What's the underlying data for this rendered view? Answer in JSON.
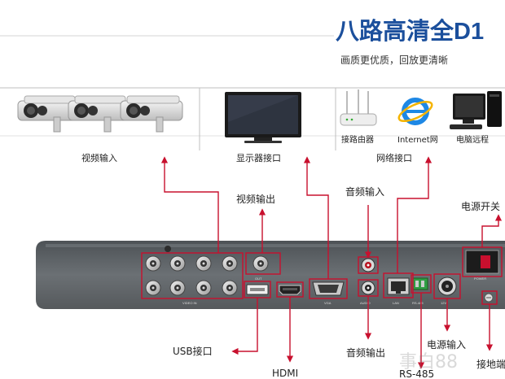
{
  "header": {
    "title": "八路高清全D1",
    "subtitle": "画质更优质，回放更清晰"
  },
  "devices": {
    "cameras_label": "视频输入",
    "monitor_label": "显示器接口",
    "network_label": "网络接口",
    "router_label": "接路由器",
    "internet_label": "Internet网",
    "pc_label": "电脑远程"
  },
  "callouts": {
    "video_out": "视频输出",
    "audio_in": "音频输入",
    "power_switch": "电源开关",
    "usb": "USB接口",
    "hdmi": "HDMI",
    "audio_out": "音频输出",
    "rs485": "RS-485",
    "power_in": "电源输入",
    "ground": "接地端"
  },
  "panel": {
    "video_in": "VIDEO IN",
    "out": "OUT",
    "vga": "VGA",
    "audio": "AUDIO",
    "lan": "LAN",
    "rs485": "RS-485",
    "dc": "12V",
    "power": "POWER"
  },
  "watermark": "事白88",
  "colors": {
    "accent": "#c8102e",
    "title": "#1b4f9c",
    "panel": "#5f6468"
  }
}
